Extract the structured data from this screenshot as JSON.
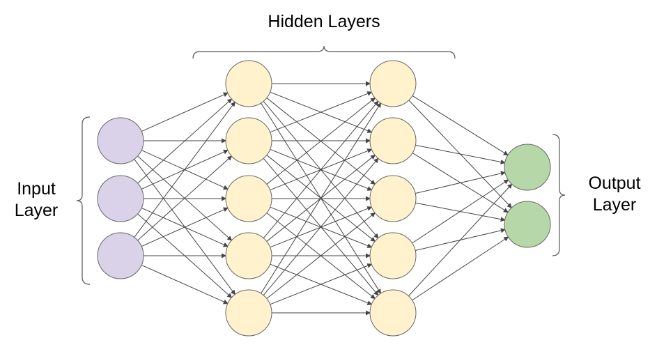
{
  "labels": {
    "hidden": "Hidden Layers",
    "input_line1": "Input",
    "input_line2": "Layer",
    "output_line1": "Output",
    "output_line2": "Layer"
  },
  "network": {
    "layers": [
      {
        "name": "input",
        "nodes": 3,
        "fill": "#d9d2e9"
      },
      {
        "name": "hidden-1",
        "nodes": 5,
        "fill": "#fff2cc"
      },
      {
        "name": "hidden-2",
        "nodes": 5,
        "fill": "#fff2cc"
      },
      {
        "name": "output",
        "nodes": 2,
        "fill": "#b6d7a8"
      }
    ],
    "node_stroke": "#666666",
    "edge_color": "#444444",
    "bracket_color": "#555555",
    "fully_connected": true
  }
}
